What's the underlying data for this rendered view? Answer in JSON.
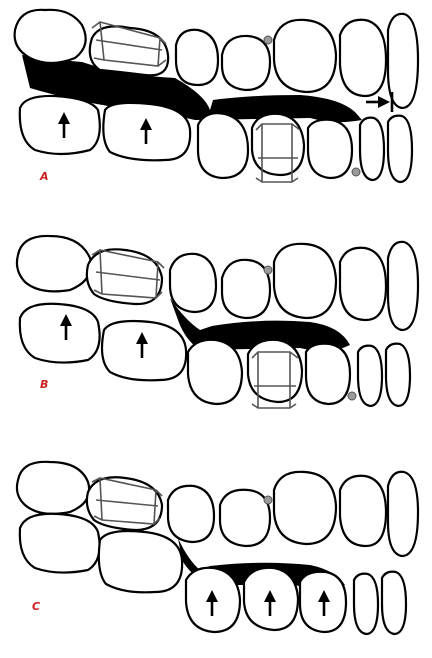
{
  "figure": {
    "label_color": "#cc1f1f",
    "gap_color": "#000000",
    "panels": [
      {
        "label": "A"
      },
      {
        "label": "B"
      },
      {
        "label": "C"
      }
    ]
  }
}
